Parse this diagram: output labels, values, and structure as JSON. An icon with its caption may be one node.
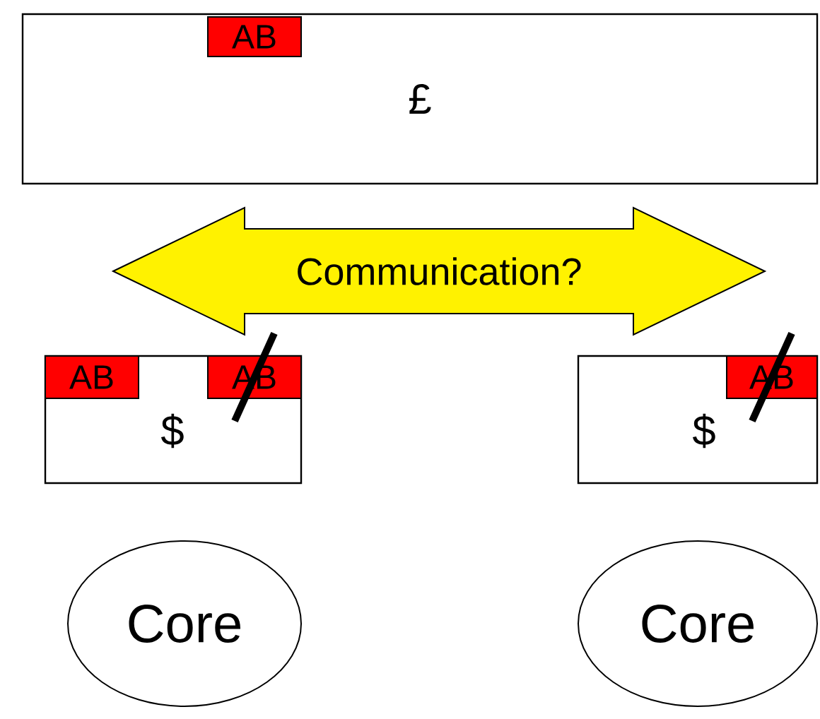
{
  "diagram": {
    "nodes": [
      {
        "text": [
          "£"
        ]
      },
      {
        "text": [
          "AB"
        ],
        "in": 0
      },
      {
        "text": [
          "Communication?"
        ]
      },
      {
        "text": [
          "$"
        ]
      },
      {
        "text": [
          "AB"
        ],
        "in": 3
      },
      {
        "text": [
          "AB"
        ],
        "in": 3
      },
      {
        "text": [
          "$"
        ]
      },
      {
        "text": [
          "AB"
        ],
        "in": 6
      },
      {
        "text": [
          "Core"
        ]
      },
      {
        "text": [
          "Core"
        ]
      }
    ]
  }
}
